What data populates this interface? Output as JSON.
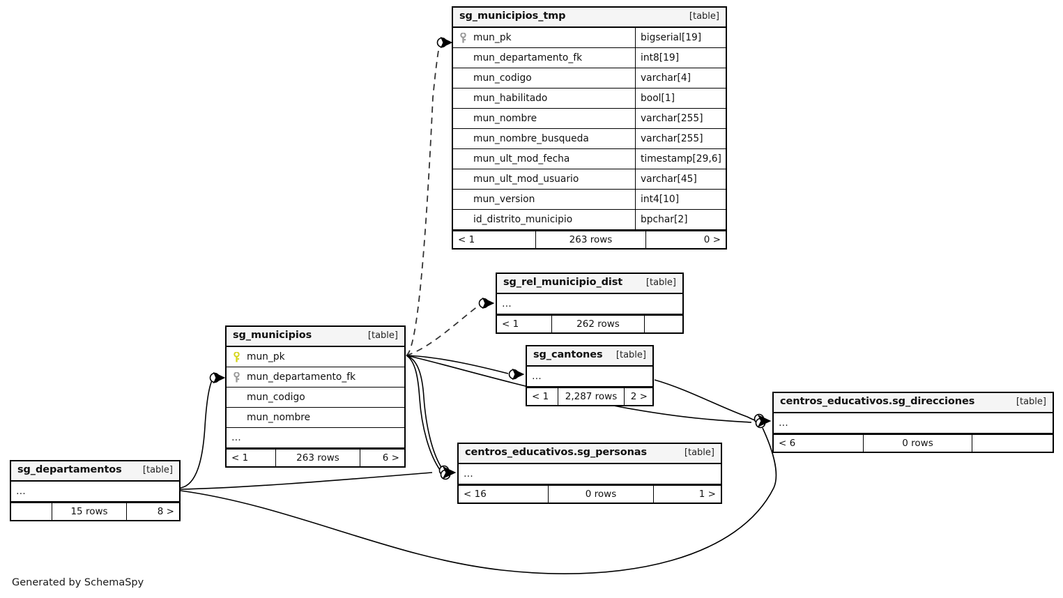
{
  "diagram": {
    "credit": "Generated by SchemaSpy",
    "table_kind_label": "[table]",
    "ellipsis": "…",
    "colors": {
      "primary_key": "#d6d61e",
      "foreign_key": "#9a9a9a",
      "header_bg": "#f5f5f5",
      "border": "#000000",
      "edge": "#000000"
    }
  },
  "tables": {
    "municipios_tmp": {
      "name": "sg_municipios_tmp",
      "kind": "[table]",
      "columns": [
        {
          "name": "mun_pk",
          "type": "bigserial[19]",
          "key": "foreign"
        },
        {
          "name": "mun_departamento_fk",
          "type": "int8[19]",
          "key": "none"
        },
        {
          "name": "mun_codigo",
          "type": "varchar[4]",
          "key": "none"
        },
        {
          "name": "mun_habilitado",
          "type": "bool[1]",
          "key": "none"
        },
        {
          "name": "mun_nombre",
          "type": "varchar[255]",
          "key": "none"
        },
        {
          "name": "mun_nombre_busqueda",
          "type": "varchar[255]",
          "key": "none"
        },
        {
          "name": "mun_ult_mod_fecha",
          "type": "timestamp[29,6]",
          "key": "none"
        },
        {
          "name": "mun_ult_mod_usuario",
          "type": "varchar[45]",
          "key": "none"
        },
        {
          "name": "mun_version",
          "type": "int4[10]",
          "key": "none"
        },
        {
          "name": "id_distrito_municipio",
          "type": "bpchar[2]",
          "key": "none"
        }
      ],
      "footer": {
        "left": "< 1",
        "middle": "263 rows",
        "right": "0 >"
      }
    },
    "rel_municipio_dist": {
      "name": "sg_rel_municipio_dist",
      "kind": "[table]",
      "columns": [],
      "footer": {
        "left": "< 1",
        "middle": "262 rows",
        "right": ""
      }
    },
    "municipios": {
      "name": "sg_municipios",
      "kind": "[table]",
      "columns": [
        {
          "name": "mun_pk",
          "type": "",
          "key": "primary"
        },
        {
          "name": "mun_departamento_fk",
          "type": "",
          "key": "foreign"
        },
        {
          "name": "mun_codigo",
          "type": "",
          "key": "none"
        },
        {
          "name": "mun_nombre",
          "type": "",
          "key": "none"
        }
      ],
      "footer": {
        "left": "< 1",
        "middle": "263 rows",
        "right": "6 >"
      }
    },
    "cantones": {
      "name": "sg_cantones",
      "kind": "[table]",
      "columns": [],
      "footer": {
        "left": "< 1",
        "middle": "2,287 rows",
        "right": "2 >"
      }
    },
    "direcciones": {
      "name": "centros_educativos.sg_direcciones",
      "kind": "[table]",
      "columns": [],
      "footer": {
        "left": "< 6",
        "middle": "0 rows",
        "right": ""
      }
    },
    "personas": {
      "name": "centros_educativos.sg_personas",
      "kind": "[table]",
      "columns": [],
      "footer": {
        "left": "< 16",
        "middle": "0 rows",
        "right": "1 >"
      }
    },
    "departamentos": {
      "name": "sg_departamentos",
      "kind": "[table]",
      "columns": [],
      "footer": {
        "left": "",
        "middle": "15 rows",
        "right": "8 >"
      }
    }
  },
  "relationships": [
    {
      "from": "sg_municipios.mun_pk",
      "to": "sg_municipios_tmp.mun_pk",
      "style": "dashed"
    },
    {
      "from": "sg_municipios.mun_pk",
      "to": "sg_rel_municipio_dist",
      "style": "dashed"
    },
    {
      "from": "sg_municipios.mun_pk",
      "to": "sg_cantones",
      "style": "solid"
    },
    {
      "from": "sg_municipios.mun_pk",
      "to": "centros_educativos.sg_direcciones",
      "style": "solid"
    },
    {
      "from": "sg_municipios.mun_pk",
      "to": "centros_educativos.sg_personas",
      "style": "solid"
    },
    {
      "from": "sg_cantones",
      "to": "centros_educativos.sg_direcciones",
      "style": "solid"
    },
    {
      "from": "sg_departamentos",
      "to": "sg_municipios.mun_departamento_fk",
      "style": "solid"
    },
    {
      "from": "sg_departamentos",
      "to": "centros_educativos.sg_personas",
      "style": "solid"
    },
    {
      "from": "sg_departamentos",
      "to": "centros_educativos.sg_direcciones",
      "style": "solid"
    }
  ]
}
